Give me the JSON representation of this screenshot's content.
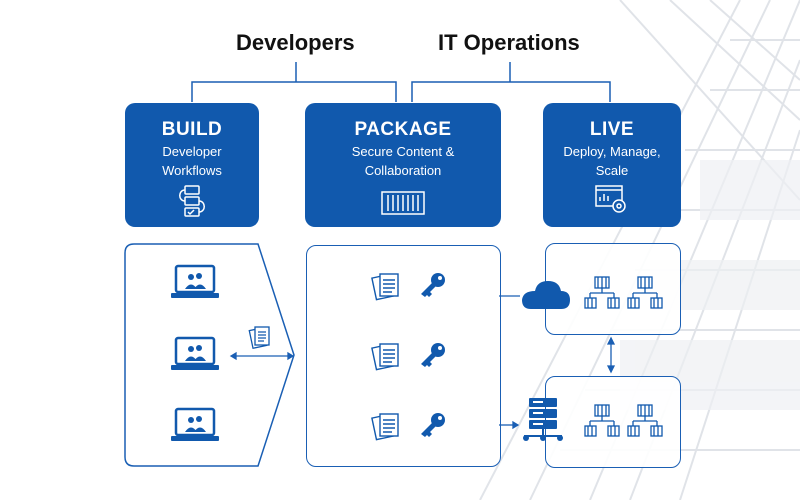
{
  "headers": {
    "developers": "Developers",
    "it_operations": "IT Operations"
  },
  "boxes": [
    {
      "title": "BUILD",
      "subtitle_lines": [
        "Developer",
        "Workflows"
      ]
    },
    {
      "title": "PACKAGE",
      "subtitle_lines": [
        "Secure Content &",
        "Collaboration"
      ]
    },
    {
      "title": "LIVE",
      "subtitle_lines": [
        "Deploy, Manage,",
        "Scale"
      ]
    }
  ],
  "colors": {
    "primary": "#1159ad",
    "line": "#1a5fb4",
    "text": "#111111"
  },
  "icons": [
    "workflow-icon",
    "container-icon",
    "monitor-gear-icon",
    "laptop-users-icon",
    "documents-icon",
    "key-icon",
    "cloud-icon",
    "server-stack-icon",
    "network-icon"
  ]
}
